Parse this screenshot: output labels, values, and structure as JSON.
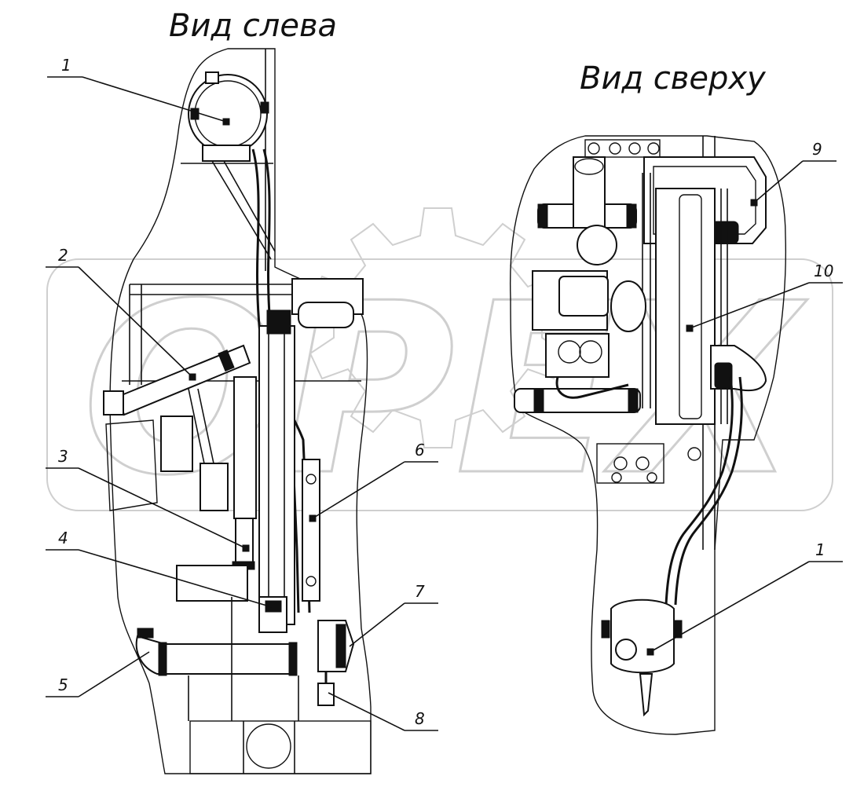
{
  "views": {
    "left": {
      "title": "Вид слева"
    },
    "top": {
      "title": "Вид сверху"
    }
  },
  "callouts": {
    "c1_left": "1",
    "c2": "2",
    "c3": "3",
    "c4": "4",
    "c5": "5",
    "c6": "6",
    "c7": "7",
    "c8": "8",
    "c9": "9",
    "c10": "10",
    "c1_top": "1"
  },
  "watermark": {
    "text": "OPEX"
  },
  "colors": {
    "ink": "#111111",
    "watermark": "#cfcfcf",
    "background": "#ffffff"
  }
}
